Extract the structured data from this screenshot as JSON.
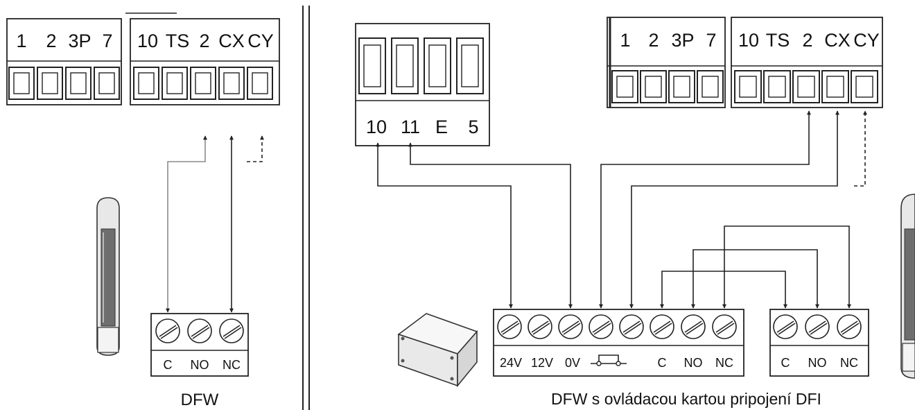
{
  "left_terminal_group_1": [
    "1",
    "2",
    "3P",
    "7"
  ],
  "left_terminal_group_2": [
    "10",
    "TS",
    "2",
    "CX",
    "CY"
  ],
  "right_top_terminal_group_1": [
    "1",
    "2",
    "3P",
    "7"
  ],
  "right_top_terminal_group_2": [
    "10",
    "TS",
    "2",
    "CX",
    "CY"
  ],
  "mid_terminal_block": [
    "10",
    "11",
    "E",
    "5"
  ],
  "left_device_terminals": [
    "C",
    "NO",
    "NC"
  ],
  "left_device_label": "DFW",
  "card_terminals": [
    "24V",
    "12V",
    "0V",
    "",
    "C",
    "NO",
    "NC"
  ],
  "relay_terminals": [
    "C",
    "NO",
    "NC"
  ],
  "caption": "DFW s ovládacou kartou pripojení DFI"
}
